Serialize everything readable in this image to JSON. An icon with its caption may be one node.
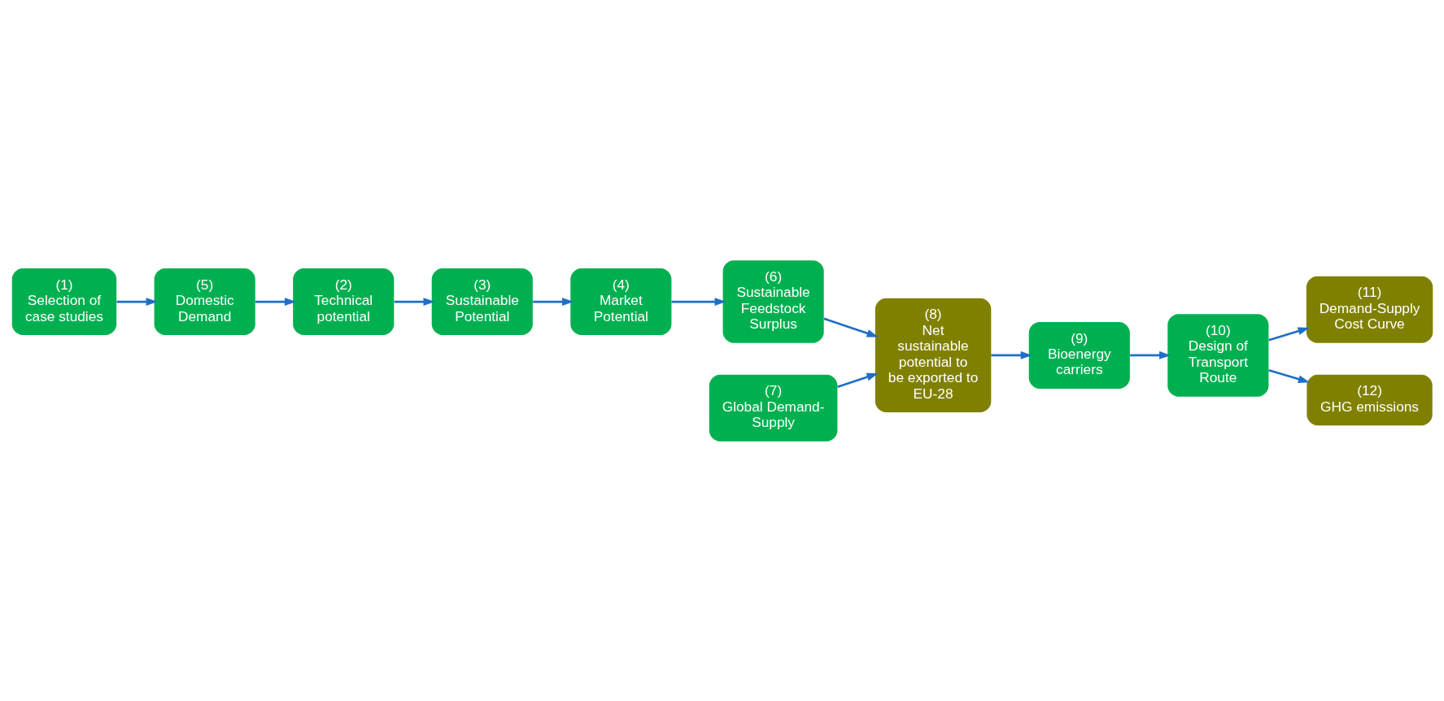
{
  "diagram": {
    "nodes": [
      {
        "text": [
          "(1)",
          "Selection of case studies"
        ]
      },
      {
        "text": [
          "(2)",
          "Technical potential"
        ]
      },
      {
        "text": [
          "(3)",
          "Sustainable Potential"
        ]
      },
      {
        "text": [
          "(4)",
          "Market Potential"
        ]
      },
      {
        "text": [
          "(5)",
          "Domestic Demand"
        ]
      },
      {
        "text": [
          "(6)",
          "Sustainable Feedstock Surplus"
        ]
      },
      {
        "text": [
          "(7)",
          "Global Demand-Supply"
        ]
      },
      {
        "text": [
          "(8)",
          "Net sustainable potential to be exported to EU-28"
        ]
      },
      {
        "text": [
          "(9)",
          "Bioenergy carriers"
        ]
      },
      {
        "text": [
          "(10)",
          "Design of Transport Route"
        ]
      },
      {
        "text": [
          "(11)",
          "Demand-Supply Cost Curve"
        ]
      },
      {
        "text": [
          "(12)",
          "GHG emissions"
        ]
      }
    ],
    "edges": [
      {
        "from": 0,
        "to": 4,
        "arrow": "to"
      },
      {
        "from": 4,
        "to": 1,
        "arrow": "to"
      },
      {
        "from": 1,
        "to": 2,
        "arrow": "to"
      },
      {
        "from": 2,
        "to": 3,
        "arrow": "to"
      },
      {
        "from": 3,
        "to": 5,
        "arrow": "to"
      },
      {
        "from": 5,
        "to": 7,
        "arrow": "to"
      },
      {
        "from": 6,
        "to": 7,
        "arrow": "to"
      },
      {
        "from": 7,
        "to": 8,
        "arrow": "to"
      },
      {
        "from": 8,
        "to": 9,
        "arrow": "to"
      },
      {
        "from": 9,
        "to": 10,
        "arrow": "to"
      },
      {
        "from": 9,
        "to": 11,
        "arrow": "to"
      }
    ]
  }
}
